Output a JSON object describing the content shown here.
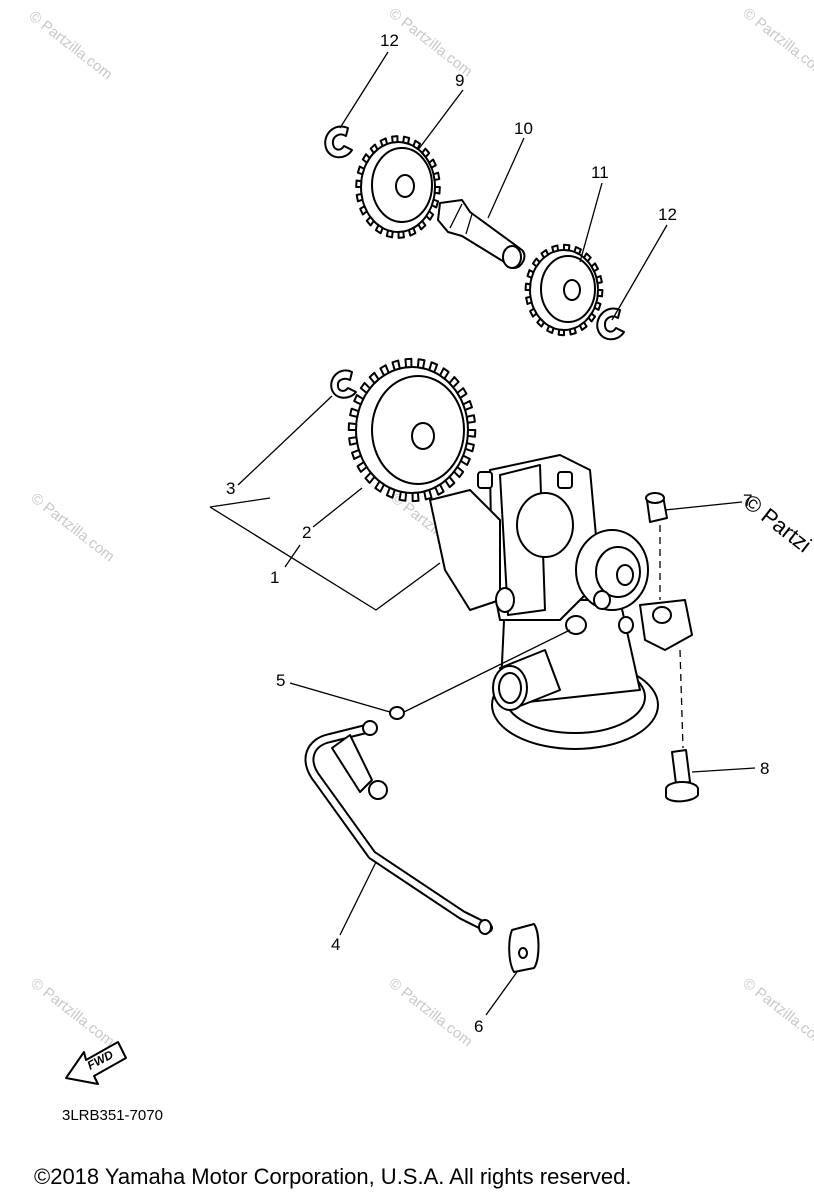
{
  "diagram": {
    "labels": {
      "n1": "1",
      "n2": "2",
      "n3": "3",
      "n4": "4",
      "n5": "5",
      "n6": "6",
      "n7": "7",
      "n8": "8",
      "n9": "9",
      "n10": "10",
      "n11": "11",
      "n12a": "12",
      "n12b": "12"
    },
    "fwd_label": "FWD",
    "part_code": "3LRB351-7070",
    "watermark": "© Partzilla.com",
    "watermark_edge": "© Partzi"
  },
  "footer": {
    "copyright": "©2018  Yamaha Motor Corporation, U.S.A. All rights reserved."
  }
}
